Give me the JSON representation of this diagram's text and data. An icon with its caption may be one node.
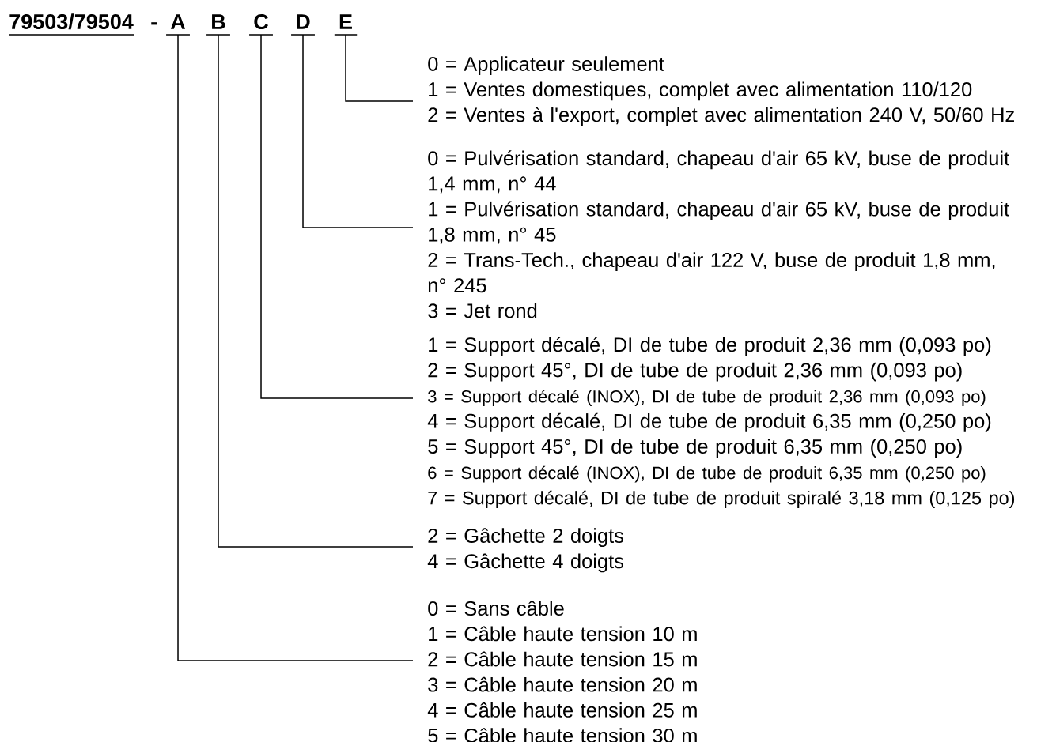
{
  "diagram": {
    "nodes": [
      {
        "text": [
          "A"
        ]
      },
      {
        "text": [
          "B"
        ]
      },
      {
        "text": [
          "C"
        ]
      },
      {
        "text": [
          "D"
        ]
      },
      {
        "text": [
          "E"
        ]
      },
      {
        "text": [
          "0 = Applicateur seulement",
          "1 = Ventes domestiques, complet avec alimentation 110/120",
          "2 = Ventes à l'export, complet avec alimentation 240 V, 50/60 Hz"
        ]
      },
      {
        "text": [
          "0 = Pulvérisation standard, chapeau d'air 65 kV, buse de produit 1,4 mm, n° 44",
          "1 = Pulvérisation standard, chapeau d'air 65 kV, buse de produit 1,8 mm, n° 45",
          "2 = Trans-Tech., chapeau d'air 122 V, buse de produit 1,8 mm, n° 245",
          "3 = Jet rond"
        ]
      },
      {
        "text": [
          "1 = Support décalé, DI de tube de produit 2,36 mm (0,093 po)",
          "2 = Support 45°, DI de tube de produit 2,36 mm (0,093 po)",
          "3 = Support décalé (INOX), DI de tube de produit 2,36 mm (0,093 po)",
          "4 = Support décalé, DI de tube de produit 6,35 mm (0,250 po)",
          "5 = Support 45°, DI de tube de produit 6,35 mm (0,250 po)",
          "6 = Support décalé (INOX), DI de tube de produit 6,35 mm (0,250 po)",
          "7 = Support décalé, DI de tube de produit spiralé 3,18 mm (0,125 po)"
        ]
      },
      {
        "text": [
          "2 = Gâchette 2 doigts",
          "4 = Gâchette 4 doigts"
        ]
      },
      {
        "text": [
          "0 = Sans câble",
          "1 = Câble haute tension 10 m",
          "2 = Câble haute tension 15 m",
          "3 = Câble haute tension 20 m",
          "4 = Câble haute tension 25 m",
          "5 = Câble haute tension 30 m"
        ]
      }
    ],
    "edges": [
      {
        "from": 4,
        "to": 5,
        "arrow": "none"
      },
      {
        "from": 3,
        "to": 6,
        "arrow": "none"
      },
      {
        "from": 2,
        "to": 7,
        "arrow": "none"
      },
      {
        "from": 1,
        "to": 8,
        "arrow": "none"
      },
      {
        "from": 0,
        "to": 9,
        "arrow": "none"
      }
    ],
    "labels": [
      "79503/79504",
      "-"
    ]
  }
}
